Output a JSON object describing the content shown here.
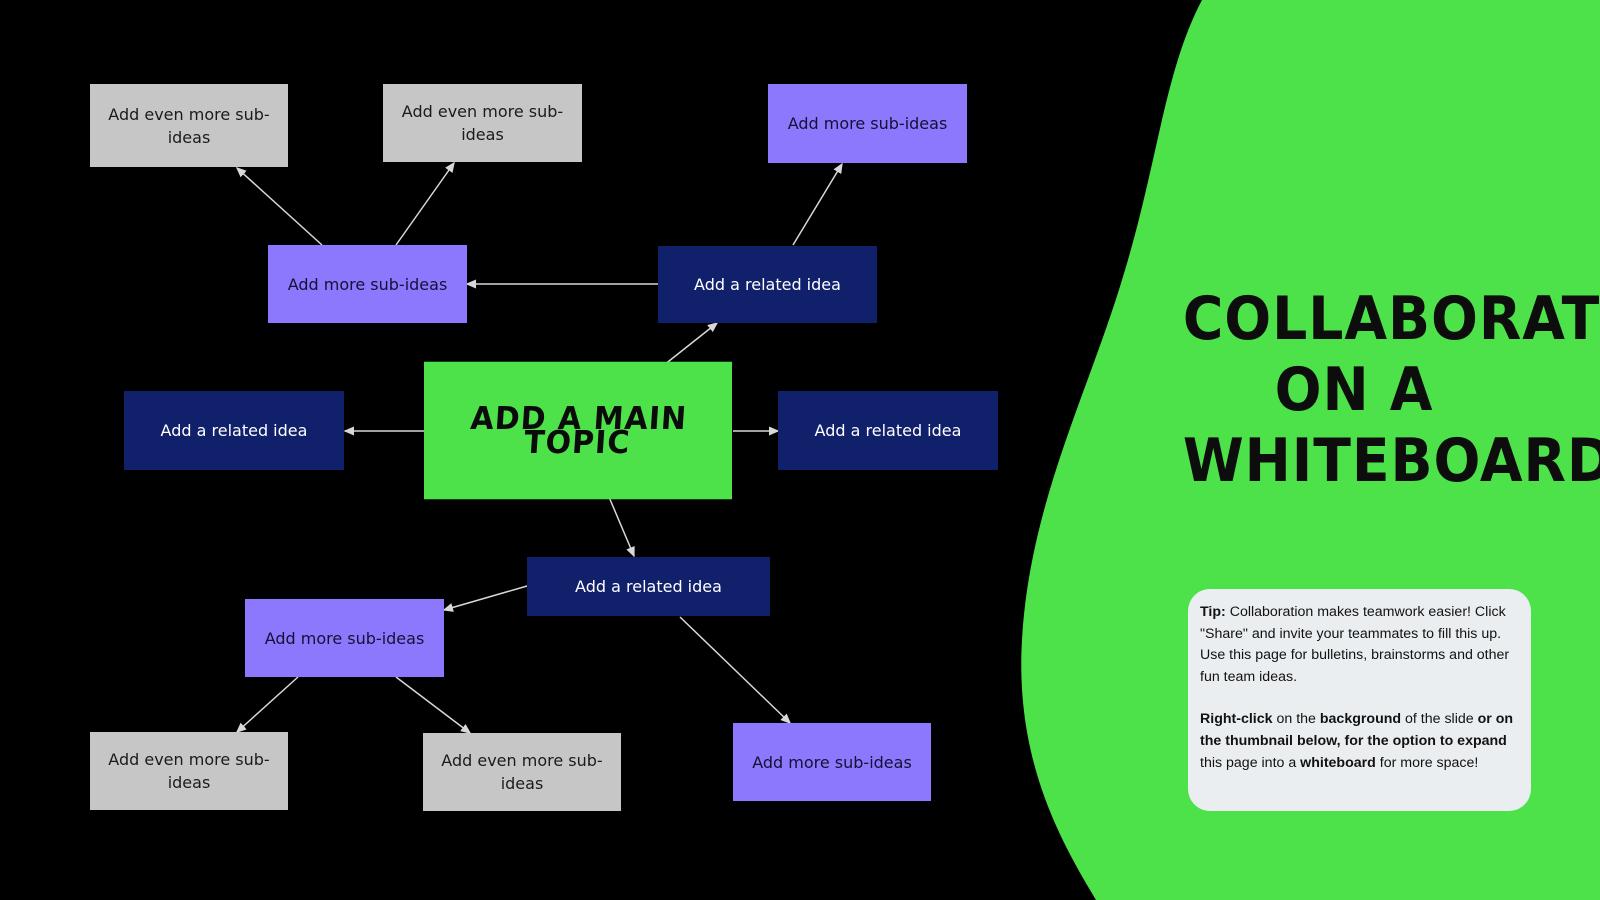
{
  "colors": {
    "background": "#000000",
    "accent_green": "#4ee24a",
    "purple": "#8c78fc",
    "navy": "#11206b",
    "gray": "#c6c6c6",
    "tip_card": "#ebeef0",
    "connector": "#d8d8d8"
  },
  "mindmap": {
    "main_topic": "ADD A MAIN TOPIC",
    "related_top": "Add a related idea",
    "related_left": "Add a related idea",
    "related_right": "Add a related idea",
    "related_bottom": "Add a related idea",
    "sub_top_left": "Add more sub-ideas",
    "sub_top_right": "Add more sub-ideas",
    "sub_bottom_left": "Add more sub-ideas",
    "sub_bottom_right": "Add more sub-ideas",
    "even_more_top_1": "Add even more sub-ideas",
    "even_more_top_2": "Add even more sub-ideas",
    "even_more_bottom_1": "Add even more sub-ideas",
    "even_more_bottom_2": "Add even more sub-ideas"
  },
  "headline": {
    "line1": "COLLABORATE",
    "line2": "ON A",
    "line3": "WHITEBOARD"
  },
  "tip": {
    "label": "Tip:",
    "text1": " Collaboration makes teamwork easier! Click \"Share\" and invite your teammates to fill this up. Use this page for bulletins, brainstorms and other fun team ideas.",
    "right_click": "Right-click",
    "on_the": " on the ",
    "background": "background",
    "of_slide": " of the slide ",
    "or_thumbnail": "or on the thumbnail below, for the option to expand",
    "this_page": " this page into a ",
    "whiteboard": "whiteboard",
    "for_more": " for more space!"
  }
}
